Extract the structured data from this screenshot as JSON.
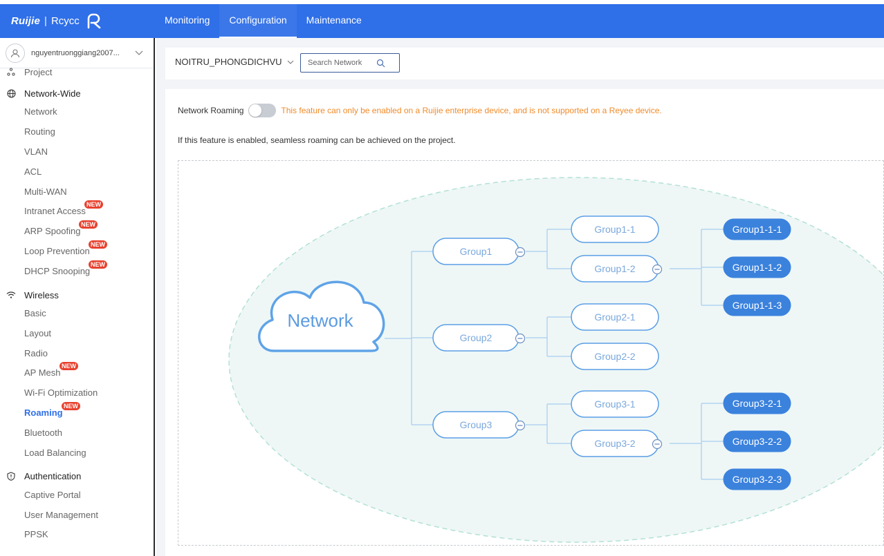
{
  "header": {
    "logo": {
      "brand": "Ruijie",
      "separator": "|",
      "brand2": "Rcycc"
    },
    "nav": [
      {
        "label": "Monitoring",
        "active": false
      },
      {
        "label": "Configuration",
        "active": true
      },
      {
        "label": "Maintenance",
        "active": false
      }
    ]
  },
  "sidebar": {
    "account": "nguyentruonggiang2007...",
    "project_partial": "Project",
    "sections": [
      {
        "label": "Network-Wide",
        "icon": "globe-icon",
        "items": [
          {
            "label": "Network"
          },
          {
            "label": "Routing"
          },
          {
            "label": "VLAN"
          },
          {
            "label": "ACL"
          },
          {
            "label": "Multi-WAN"
          },
          {
            "label": "Intranet Access",
            "badge": "NEW"
          },
          {
            "label": "ARP Spoofing",
            "badge": "NEW"
          },
          {
            "label": "Loop Prevention",
            "badge": "NEW"
          },
          {
            "label": "DHCP Snooping",
            "badge": "NEW"
          }
        ]
      },
      {
        "label": "Wireless",
        "icon": "wifi-icon",
        "items": [
          {
            "label": "Basic"
          },
          {
            "label": "Layout"
          },
          {
            "label": "Radio"
          },
          {
            "label": "AP Mesh",
            "badge": "NEW"
          },
          {
            "label": "Wi-Fi Optimization"
          },
          {
            "label": "Roaming",
            "badge": "NEW",
            "active": true
          },
          {
            "label": "Bluetooth"
          },
          {
            "label": "Load Balancing"
          }
        ]
      },
      {
        "label": "Authentication",
        "icon": "shield-icon",
        "items": [
          {
            "label": "Captive Portal"
          },
          {
            "label": "User Management"
          },
          {
            "label": "PPSK"
          }
        ]
      }
    ]
  },
  "toolbar": {
    "project_name": "NOITRU_PHONGDICHVU",
    "search_placeholder": "Search Network"
  },
  "roaming": {
    "label": "Network Roaming",
    "enabled": false,
    "warning": "This feature can only be enabled on a Ruijie enterprise device, and is not supported on a Reyee device.",
    "description": "If this feature is enabled, seamless roaming can be achieved on the project."
  },
  "diagram": {
    "root": "Network",
    "groups": [
      {
        "label": "Group1",
        "children": [
          {
            "label": "Group1-1"
          },
          {
            "label": "Group1-2",
            "children": [
              "Group1-1-1",
              "Group1-1-2",
              "Group1-1-3"
            ]
          }
        ]
      },
      {
        "label": "Group2",
        "children": [
          {
            "label": "Group2-1"
          },
          {
            "label": "Group2-2"
          }
        ]
      },
      {
        "label": "Group3",
        "children": [
          {
            "label": "Group3-1"
          },
          {
            "label": "Group3-2",
            "children": [
              "Group3-2-1",
              "Group3-2-2",
              "Group3-2-3"
            ]
          }
        ]
      }
    ]
  },
  "colors": {
    "primary": "#2f6fe8",
    "warning": "#f08b2a",
    "node_fill": "#3b82dd",
    "node_stroke": "#5b9ee6",
    "badge": "#e8412f"
  }
}
